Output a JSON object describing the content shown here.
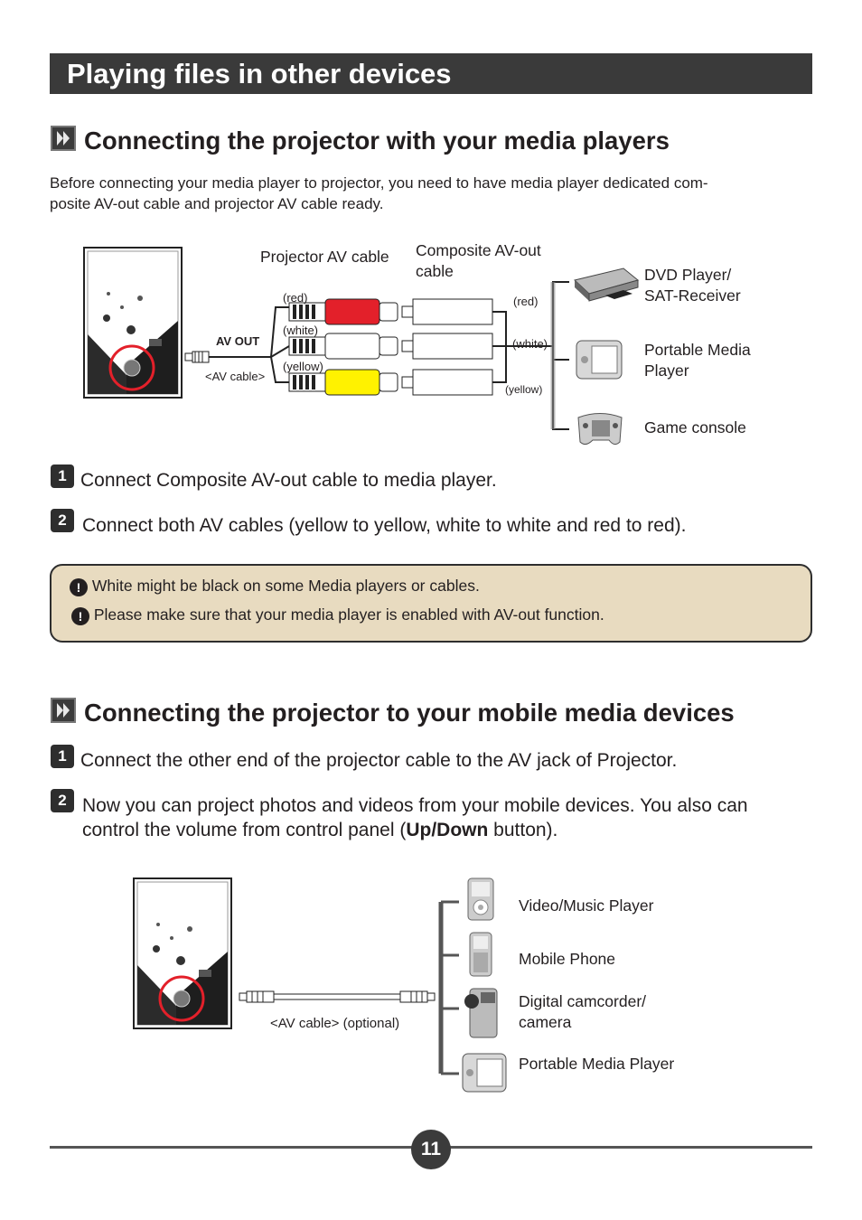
{
  "page_title": "Playing files in other devices",
  "section1": {
    "title": "Connecting the projector with your media players",
    "intro": "Before connecting your media player to projector, you need to have media player dedicated com-\nposite AV-out cable and projector AV cable ready.",
    "diagram": {
      "projector_av_cable": "Projector AV cable",
      "composite_cable": "Composite AV-out\ncable",
      "red_left": "(red)",
      "white_left": "(white)",
      "yellow_left": "(yellow)",
      "red_right": "(red)",
      "white_right": "(white)",
      "yellow_right": "(yellow)",
      "av_out": "AV OUT",
      "av_cable": "<AV cable>",
      "devices": [
        "DVD Player/\nSAT-Receiver",
        "Portable Media\nPlayer",
        "Game console"
      ]
    },
    "steps": [
      {
        "num": "1",
        "text": "Connect Composite AV-out cable to media player."
      },
      {
        "num": "2",
        "text": "Connect both AV cables (yellow to yellow, white to white and red to red)."
      }
    ],
    "notes": [
      "White might be black on some Media players or cables.",
      "Please make sure that your media player is enabled with AV-out function."
    ],
    "warn_symbol": "!"
  },
  "section2": {
    "title": "Connecting the projector to your mobile media devices",
    "steps": [
      {
        "num": "1",
        "text": "Connect the other end of the projector cable to the AV jack of Projector."
      },
      {
        "num": "2",
        "text_before": "Now you can project photos and videos from your mobile devices. You also can control the volume from control panel (",
        "bold": "Up/Down",
        "text_after": " button)."
      }
    ],
    "diagram": {
      "av_cable_optional": "<AV cable> (optional)",
      "devices": [
        "Video/Music Player",
        "Mobile Phone",
        "Digital camcorder/\ncamera",
        "Portable Media Player"
      ]
    }
  },
  "page_number": "11",
  "colors": {
    "title_bar": "#3a3a3a",
    "note_bg": "#e8dbc0",
    "plug_red": "#e3202a",
    "plug_yellow": "#fff200",
    "highlight_circle": "#e3202a"
  }
}
